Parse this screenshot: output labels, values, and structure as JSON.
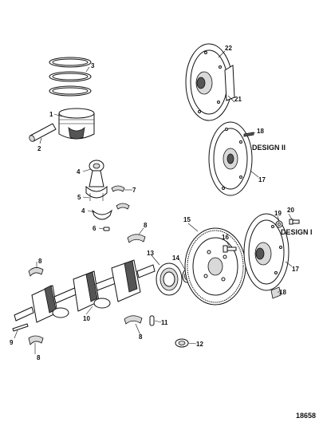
{
  "diagram": {
    "callouts": {
      "c1": "1",
      "c2": "2",
      "c3": "3",
      "c4a": "4",
      "c4b": "4",
      "c5": "5",
      "c6": "6",
      "c7": "7",
      "c8a": "8",
      "c8b": "8",
      "c8c": "8",
      "c8d": "8",
      "c9": "9",
      "c10": "10",
      "c11": "11",
      "c12": "12",
      "c13": "13",
      "c14": "14",
      "c15": "15",
      "c16": "16",
      "c17a": "17",
      "c17b": "17",
      "c18a": "18",
      "c18b": "18",
      "c19": "19",
      "c20": "20",
      "c21": "21",
      "c22": "22"
    },
    "design_labels": {
      "design2": "DESIGN II",
      "design1": "DESIGN I"
    },
    "figure_number": "18658"
  }
}
